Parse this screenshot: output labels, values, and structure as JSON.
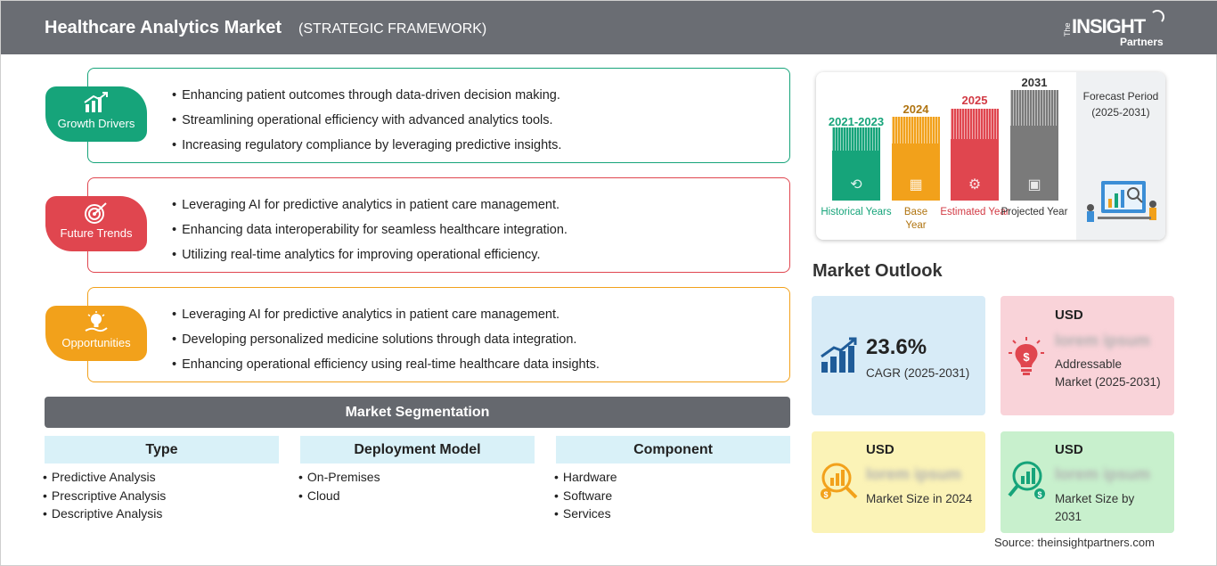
{
  "header": {
    "title": "Healthcare Analytics Market",
    "subtitle": "(STRATEGIC FRAMEWORK)",
    "logo_the": "The",
    "logo_insight": "INSIGHT",
    "logo_partners": "Partners"
  },
  "sections": [
    {
      "label": "Growth Drivers",
      "color": "#16a47a",
      "icon": "growth-chart-icon",
      "items": [
        "Enhancing patient outcomes through data-driven decision making.",
        "Streamlining operational efficiency with advanced analytics tools.",
        "Increasing regulatory compliance by leveraging predictive insights."
      ]
    },
    {
      "label": "Future Trends",
      "color": "#e0464f",
      "icon": "target-icon",
      "items": [
        "Leveraging AI for predictive analytics in patient care management.",
        "Enhancing data interoperability for seamless healthcare integration.",
        "Utilizing real-time analytics for improving operational efficiency."
      ]
    },
    {
      "label": "Opportunities",
      "color": "#f2a11b",
      "icon": "lightbulb-hand-icon",
      "items": [
        "Leveraging AI for predictive analytics in patient care management.",
        "Developing personalized medicine solutions through data integration.",
        "Enhancing operational efficiency using real-time healthcare data insights."
      ]
    }
  ],
  "segmentation": {
    "title": "Market Segmentation",
    "columns": [
      {
        "heading": "Type",
        "items": [
          "Predictive Analysis",
          "Prescriptive Analysis",
          "Descriptive Analysis"
        ]
      },
      {
        "heading": "Deployment Model",
        "items": [
          "On-Premises",
          "Cloud"
        ]
      },
      {
        "heading": "Component",
        "items": [
          "Hardware",
          "Software",
          "Services"
        ]
      }
    ]
  },
  "timeline": {
    "columns": [
      {
        "year": "2021-2023",
        "label": "Historical Years",
        "color": "#16a47a",
        "icon": "history-icon"
      },
      {
        "year": "2024",
        "label": "Base Year",
        "color": "#f2a11b",
        "icon": "calendar-icon"
      },
      {
        "year": "2025",
        "label": "Estimated Year",
        "color": "#e0464f",
        "icon": "estimate-icon"
      },
      {
        "year": "2031",
        "label": "Projected Year",
        "color": "#6f6f6f",
        "icon": "presentation-icon"
      }
    ],
    "forecast_title": "Forecast Period",
    "forecast_range": "(2025-2031)"
  },
  "outlook": {
    "title": "Market Outlook",
    "cagr_value": "23.6%",
    "cagr_label": "CAGR (2025-2031)",
    "addressable_usd": "USD",
    "addressable_value": "lorem ipsum",
    "addressable_label": "Addressable Market (2025-2031)",
    "size2024_usd": "USD",
    "size2024_value": "lorem ipsum",
    "size2024_label": "Market Size in 2024",
    "size2031_usd": "USD",
    "size2031_value": "lorem ipsum",
    "size2031_label": "Market Size by 2031",
    "colors": {
      "cagr": "#d7ebf7",
      "addressable": "#f9d3d9",
      "size2024": "#fbf3b7",
      "size2031": "#c8f0cd"
    }
  },
  "source": "Source: theinsightpartners.com"
}
